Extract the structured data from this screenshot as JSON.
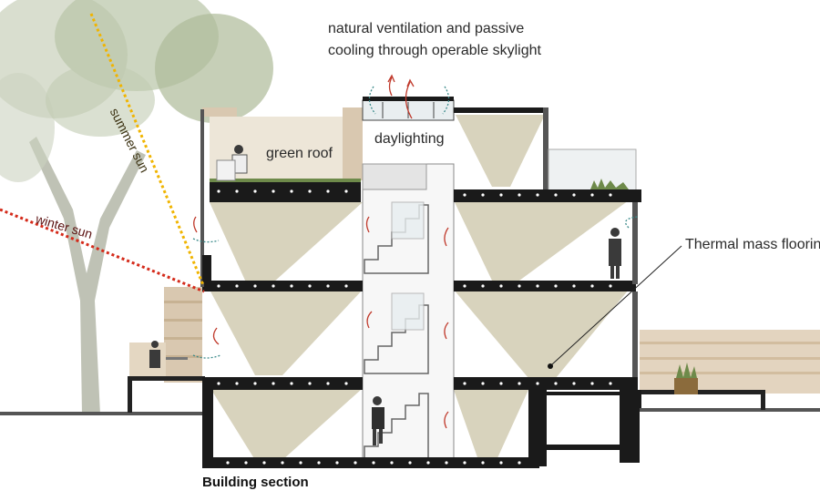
{
  "labels": {
    "ventilation_line1": "natural ventilation and passive",
    "ventilation_line2": "cooling through operable skylight",
    "daylighting": "daylighting",
    "green_roof": "green roof",
    "thermal_mass": "Thermal mass flooring",
    "summer_sun": "summer sun",
    "winter_sun": "winter sun",
    "title": "Building section"
  },
  "colors": {
    "summer_sun": "#f0b400",
    "winter_sun": "#d42a1a",
    "light_cone": "#d8d3bd",
    "structure": "#1a1a1a",
    "tree": "#a9b39a",
    "cool_air": "#3a8a8a",
    "warm_air": "#c0392b",
    "deck": "#d9c8b0"
  }
}
